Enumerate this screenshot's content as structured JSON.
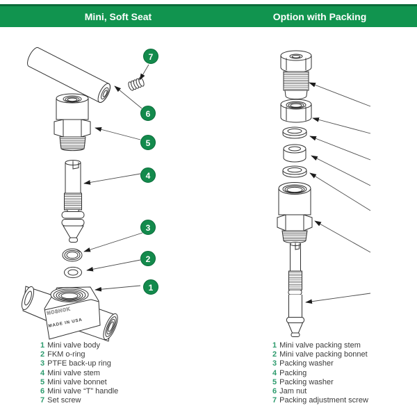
{
  "header": {
    "left_title": "Mini, Soft Seat",
    "right_title": "Option with Packing"
  },
  "colors": {
    "header_green": "#11944F",
    "header_top_line": "#0B6B3A",
    "callout_green": "#138A4C",
    "legend_number_green": "#2D9B6D",
    "line_art": "#2F2F2F"
  },
  "left_diagram": {
    "callouts": [
      "1",
      "2",
      "3",
      "4",
      "5",
      "6",
      "7"
    ],
    "body_logo": "NOSHOK",
    "body_stamp": "MADE IN USA"
  },
  "left_legend": {
    "items": [
      {
        "num": "1",
        "label": "Mini valve body"
      },
      {
        "num": "2",
        "label": "FKM o-ring"
      },
      {
        "num": "3",
        "label": "PTFE back-up ring"
      },
      {
        "num": "4",
        "label": "Mini valve stem"
      },
      {
        "num": "5",
        "label": "Mini valve bonnet"
      },
      {
        "num": "6",
        "label": "Mini valve “T” handle"
      },
      {
        "num": "7",
        "label": "Set screw"
      }
    ]
  },
  "right_legend": {
    "items": [
      {
        "num": "1",
        "label": "Mini valve packing stem"
      },
      {
        "num": "2",
        "label": "Mini valve packing bonnet"
      },
      {
        "num": "3",
        "label": "Packing washer"
      },
      {
        "num": "4",
        "label": "Packing"
      },
      {
        "num": "5",
        "label": "Packing washer"
      },
      {
        "num": "6",
        "label": "Jam nut"
      },
      {
        "num": "7",
        "label": "Packing adjustment screw"
      }
    ]
  }
}
